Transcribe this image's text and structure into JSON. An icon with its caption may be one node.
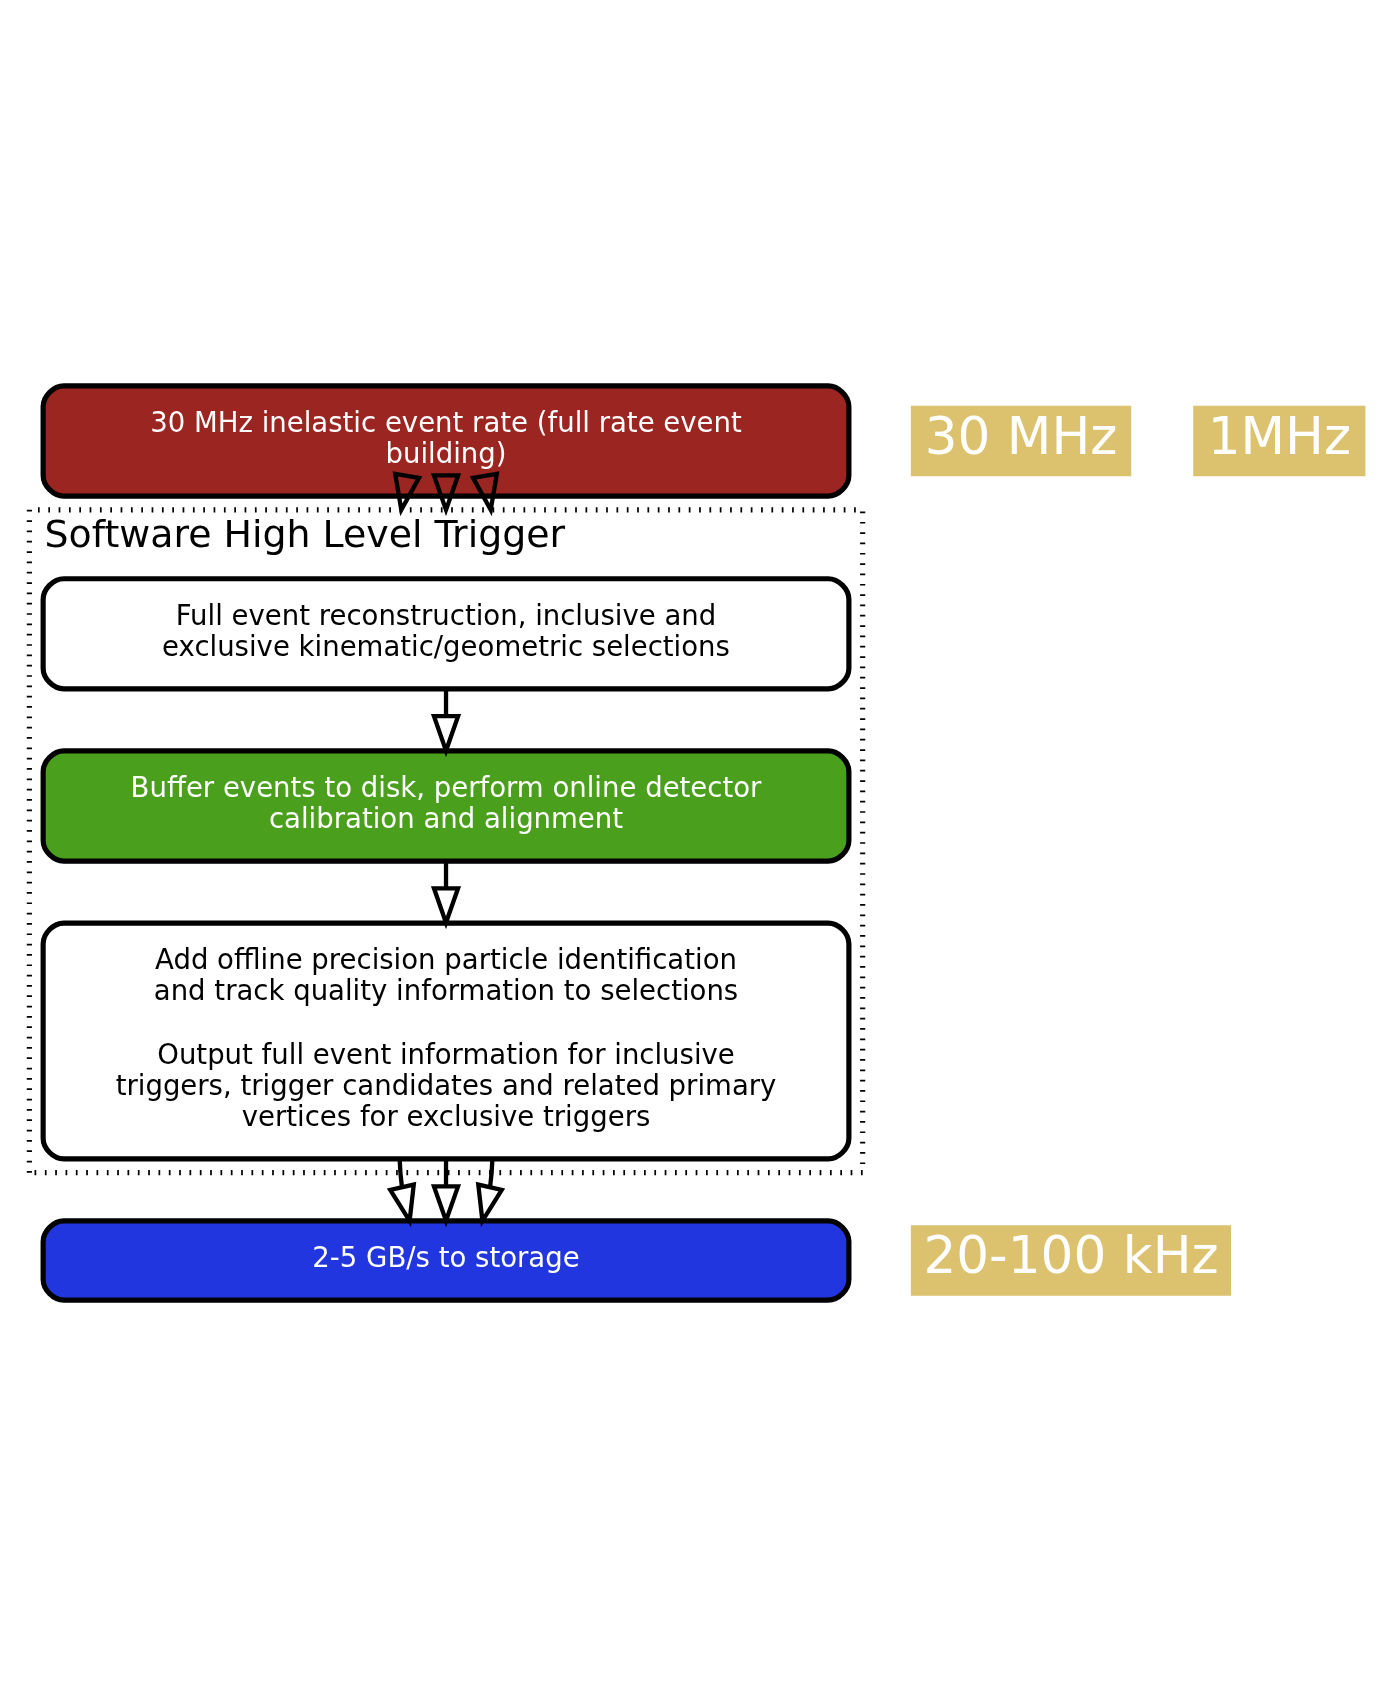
{
  "diagram": {
    "nodes": [
      {
        "text": [
          "30 MHz inelastic event rate (full rate event building)"
        ]
      },
      {
        "text": [
          "Software High Level Trigger"
        ]
      },
      {
        "text": [
          "Full event reconstruction, inclusive and exclusive kinematic/geometric selections"
        ],
        "in": 1
      },
      {
        "text": [
          "Buffer events to disk, perform online detector calibration and alignment"
        ],
        "in": 1
      },
      {
        "text": [
          "Add offline precision particle identification and track quality information to selections",
          "Output full event information for inclusive triggers, trigger candidates and related primary vertices for exclusive triggers"
        ],
        "in": 1
      },
      {
        "text": [
          "2-5 GB/s to storage"
        ]
      }
    ],
    "edges": [
      {
        "from": 0,
        "to": 1,
        "arrow": "to"
      },
      {
        "from": 0,
        "to": 1,
        "arrow": "to"
      },
      {
        "from": 0,
        "to": 1,
        "arrow": "to"
      },
      {
        "from": 2,
        "to": 3,
        "arrow": "to"
      },
      {
        "from": 3,
        "to": 4,
        "arrow": "to"
      },
      {
        "from": 4,
        "to": 5,
        "arrow": "to"
      },
      {
        "from": 4,
        "to": 5,
        "arrow": "to"
      },
      {
        "from": 4,
        "to": 5,
        "arrow": "to"
      }
    ],
    "labels": [
      "30 MHz",
      "1MHz",
      "20-100 kHz"
    ]
  }
}
